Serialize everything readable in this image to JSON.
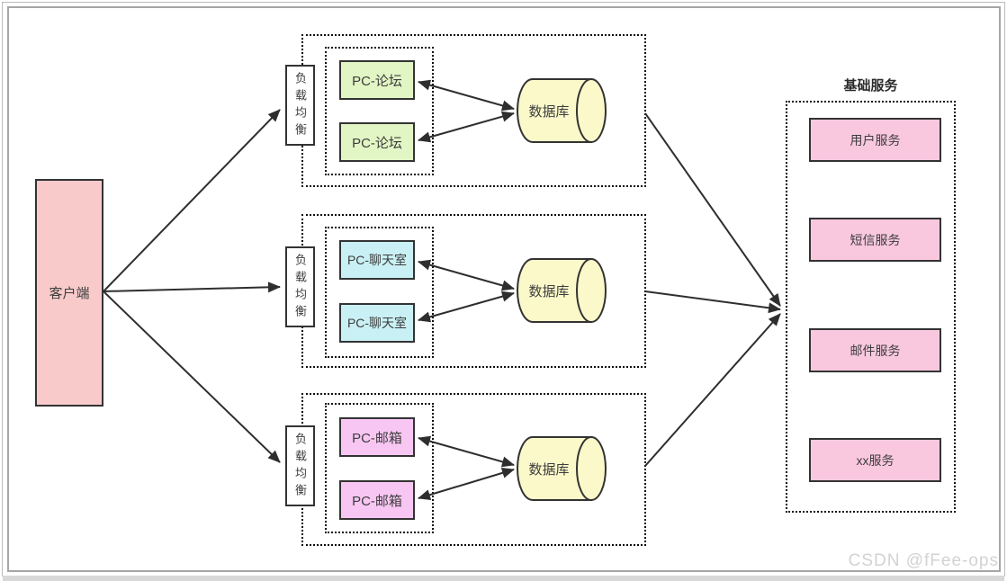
{
  "frame": {
    "watermark": "CSDN @fFee-ops"
  },
  "client": {
    "label": "客户端"
  },
  "load_balancer_label": "负载均衡",
  "clusters": [
    {
      "id": "forum",
      "pc_servers": [
        "PC-论坛",
        "PC-论坛"
      ],
      "database": "数据库"
    },
    {
      "id": "chatroom",
      "pc_servers": [
        "PC-聊天室",
        "PC-聊天室"
      ],
      "database": "数据库"
    },
    {
      "id": "mailbox",
      "pc_servers": [
        "PC-邮箱",
        "PC-邮箱"
      ],
      "database": "数据库"
    }
  ],
  "services_panel": {
    "title": "基础服务",
    "services": [
      {
        "label": "用户服务"
      },
      {
        "label": "短信服务"
      },
      {
        "label": "邮件服务"
      },
      {
        "label": "xx服务"
      }
    ]
  },
  "colors": {
    "client_box": "#f8cbca",
    "forum_server": "#e2f6c5",
    "chat_server": "#c9f0f4",
    "mail_server": "#f8c6f3",
    "database": "#fbf9ca",
    "service_box": "#f9c8de",
    "outline": "#333333",
    "arrow": "#2e2e2e",
    "dashed_border": "#0c0c0c",
    "watermark_text": "#d2d2d2"
  }
}
